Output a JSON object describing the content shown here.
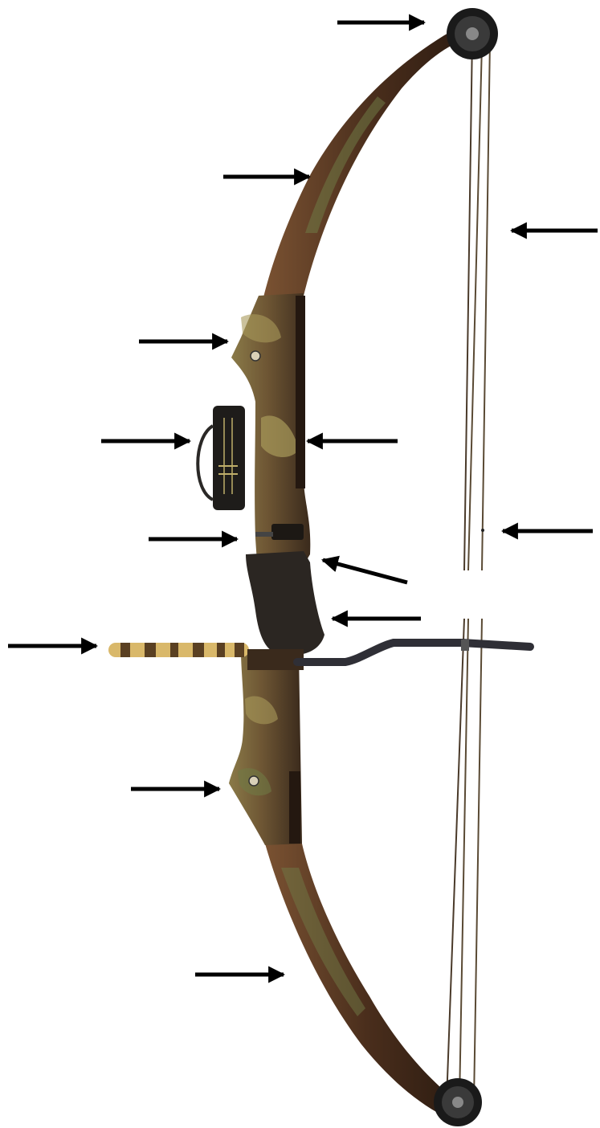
{
  "diagram": {
    "subject": "compound-bow",
    "colors": {
      "background": "#ffffff",
      "arrow": "#000000",
      "limb_dark": "#3a2418",
      "limb_brown": "#6e4a2c",
      "camo_light": "#a89a5a",
      "camo_green": "#6f7a45",
      "grip": "#2b2622",
      "string": "#4a3a2a",
      "cable_guard": "#2f2f36",
      "arrow_wrap_light": "#d9b86a",
      "arrow_wrap_dark": "#5a4022"
    },
    "pointer_arrows": [
      {
        "target": "top-cam-wheel",
        "direction": "right"
      },
      {
        "target": "upper-limb",
        "direction": "right"
      },
      {
        "target": "bowstring",
        "direction": "left"
      },
      {
        "target": "upper-limb-pocket",
        "direction": "right"
      },
      {
        "target": "arrow-rest-quiver",
        "direction": "right"
      },
      {
        "target": "riser",
        "direction": "left"
      },
      {
        "target": "nocking-point",
        "direction": "left"
      },
      {
        "target": "arrow-shelf",
        "direction": "right"
      },
      {
        "target": "sight-window",
        "direction": "left"
      },
      {
        "target": "grip",
        "direction": "left"
      },
      {
        "target": "arrow",
        "direction": "right"
      },
      {
        "target": "lower-limb-pocket",
        "direction": "right"
      },
      {
        "target": "lower-limb",
        "direction": "right"
      }
    ]
  }
}
